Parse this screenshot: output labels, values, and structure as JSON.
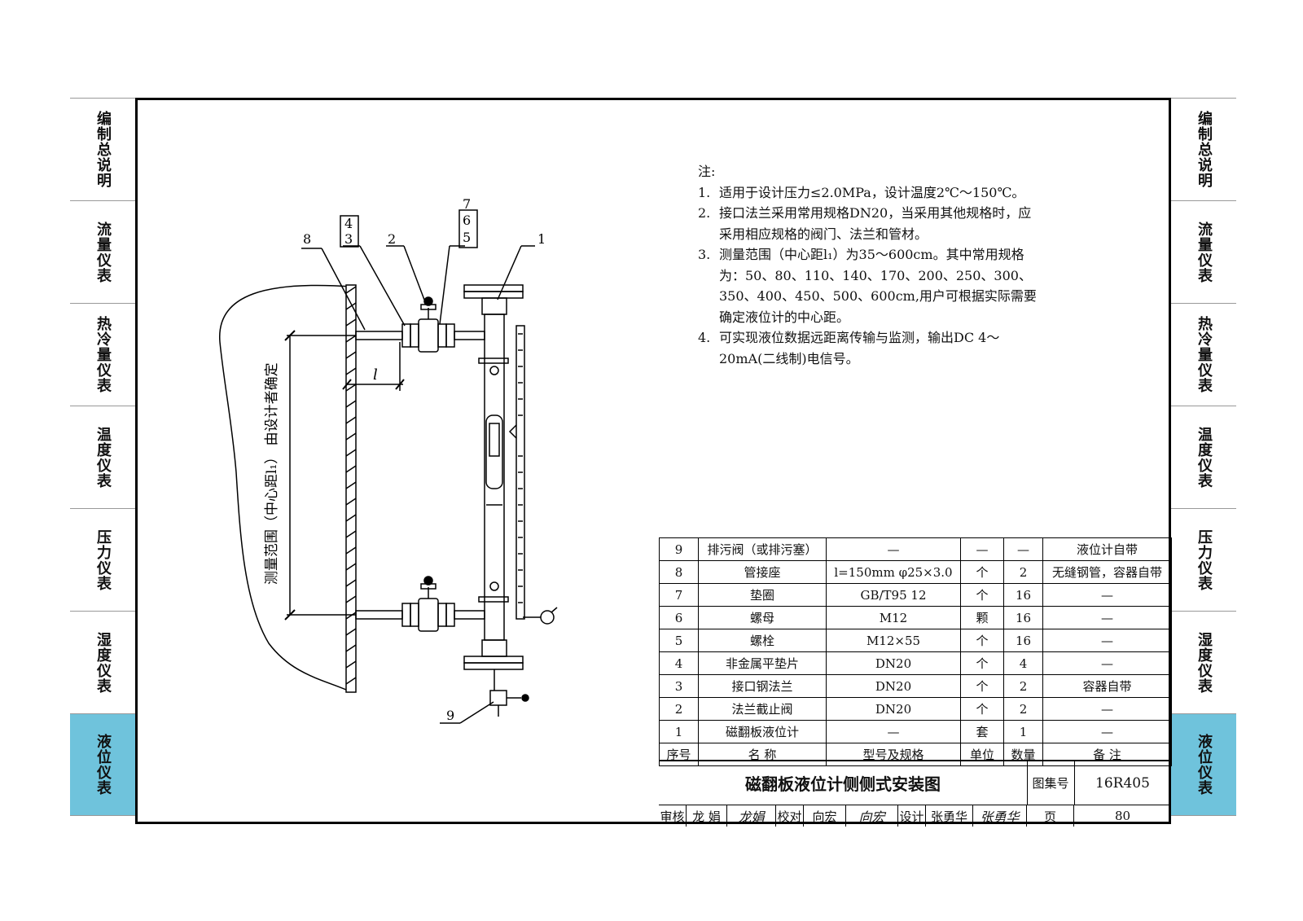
{
  "side_tabs": [
    {
      "label": "编制总说明",
      "active": false
    },
    {
      "label": "流量仪表",
      "active": false
    },
    {
      "label": "热冷量仪表",
      "active": false
    },
    {
      "label": "温度仪表",
      "active": false
    },
    {
      "label": "压力仪表",
      "active": false
    },
    {
      "label": "湿度仪表",
      "active": false
    },
    {
      "label": "液位仪表",
      "active": true
    }
  ],
  "colors": {
    "active_tab": "#6fc3dc",
    "line": "#000000"
  },
  "notes": {
    "title": "注:",
    "items": [
      {
        "num": "1.",
        "text": "适用于设计压力≤2.0MPa，设计温度2℃～150℃。"
      },
      {
        "num": "2.",
        "text": "接口法兰采用常用规格DN20，当采用其他规格时，应采用相应规格的阀门、法兰和管材。"
      },
      {
        "num": "3.",
        "text": "测量范围（中心距l₁）为35～600cm。其中常用规格为：50、80、110、140、170、200、250、300、350、400、450、500、600cm,用户可根据实际需要确定液位计的中心距。"
      },
      {
        "num": "4.",
        "text": "可实现液位数据远距离传输与监测，输出DC 4～20mA(二线制)电信号。"
      }
    ]
  },
  "drawing": {
    "dimension_label": "测量范围（中心距l₁）  由设计者确定",
    "l_label": "l",
    "callouts": [
      "1",
      "2",
      "3",
      "4",
      "5",
      "6",
      "7",
      "8",
      "9"
    ]
  },
  "parts_table": {
    "rows": [
      [
        "9",
        "排污阀（或排污塞）",
        "—",
        "—",
        "—",
        "液位计自带"
      ],
      [
        "8",
        "管接座",
        "l=150mm φ25×3.0",
        "个",
        "2",
        "无缝钢管，容器自带"
      ],
      [
        "7",
        "垫圈",
        "GB/T95 12",
        "个",
        "16",
        "—"
      ],
      [
        "6",
        "螺母",
        "M12",
        "颗",
        "16",
        "—"
      ],
      [
        "5",
        "螺栓",
        "M12×55",
        "个",
        "16",
        "—"
      ],
      [
        "4",
        "非金属平垫片",
        "DN20",
        "个",
        "4",
        "—"
      ],
      [
        "3",
        "接口钢法兰",
        "DN20",
        "个",
        "2",
        "容器自带"
      ],
      [
        "2",
        "法兰截止阀",
        "DN20",
        "个",
        "2",
        "—"
      ],
      [
        "1",
        "磁翻板液位计",
        "—",
        "套",
        "1",
        "—"
      ]
    ],
    "header": [
      "序号",
      "名  称",
      "型号及规格",
      "单位",
      "数量",
      "备  注"
    ]
  },
  "title_block": {
    "title": "磁翻板液位计侧侧式安装图",
    "atlas_label": "图集号",
    "atlas_no": "16R405",
    "review_label": "审核",
    "reviewer": "龙 娟",
    "reviewer_sig": "龙娟",
    "check_label": "校对",
    "checker": "向宏",
    "checker_sig": "向宏",
    "design_label": "设计",
    "designer": "张勇华",
    "designer_sig": "张勇华",
    "page_label": "页",
    "page_no": "80"
  }
}
